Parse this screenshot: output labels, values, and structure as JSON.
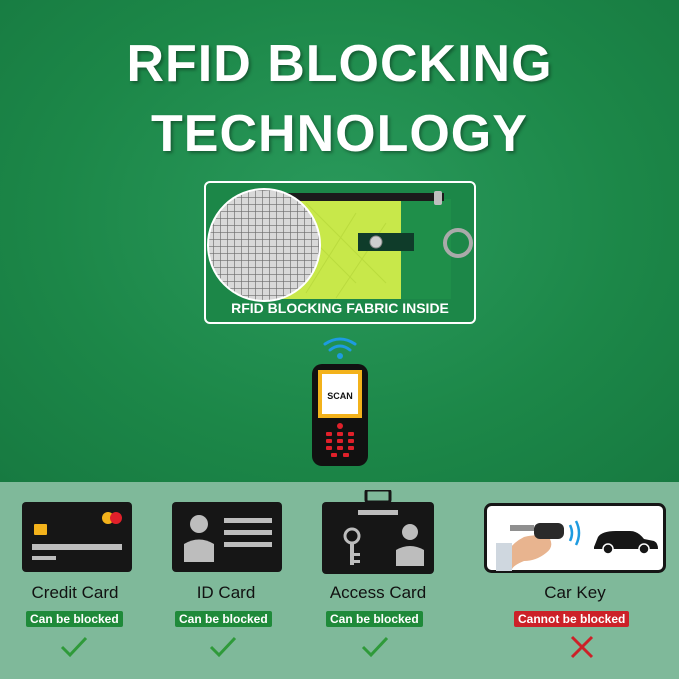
{
  "header": {
    "title_line1": "RFID BLOCKING",
    "title_line2": "TECHNOLOGY"
  },
  "product": {
    "fabric_label": "RFID BLOCKING FABRIC INSIDE"
  },
  "scanner": {
    "screen_label": "SCAN"
  },
  "cards": [
    {
      "title": "Credit Card",
      "status": "Can be blocked",
      "blocked": true
    },
    {
      "title": "ID Card",
      "status": "Can be blocked",
      "blocked": true
    },
    {
      "title": "Access Card",
      "status": "Can be blocked",
      "blocked": true
    },
    {
      "title": "Car Key",
      "status": "Cannot be blocked",
      "blocked": false
    }
  ],
  "colors": {
    "brand_green": "#1c8748",
    "panel_green": "#7fb99a",
    "ok_green": "#1f8a3a",
    "no_red": "#cc2128"
  }
}
